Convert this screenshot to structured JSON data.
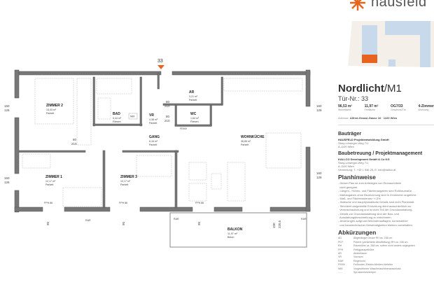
{
  "brand": {
    "logo_text": "hausfeld",
    "accent": "#e8641e"
  },
  "plan": {
    "door_marker": "33",
    "rooms": [
      {
        "name": "ZIMMER 2",
        "area": "14,43 m²",
        "floor": "Parkett"
      },
      {
        "name": "BAD",
        "area": "5,44 m²",
        "floor": "Fliesen"
      },
      {
        "name": "VR",
        "area": "4,38 m²",
        "floor": "Parkett"
      },
      {
        "name": "AR",
        "area": "3,21 m²",
        "floor": "Parkett"
      },
      {
        "name": "WC",
        "area": "1,64 m²",
        "floor": "Fliesen"
      },
      {
        "name": "GANG",
        "area": "6,16 m²",
        "floor": "Parkett"
      },
      {
        "name": "WOHNKÜCHE",
        "area": "36,85 m²",
        "floor": "Parkett"
      },
      {
        "name": "ZIMMER 1",
        "area": "12,17 m²",
        "floor": "Parkett"
      },
      {
        "name": "ZIMMER 3",
        "area": "10,17 m²",
        "floor": "Parkett"
      },
      {
        "name": "BALKON",
        "area": "11,97 m²",
        "floor": "Beton"
      }
    ],
    "labels": {
      "fph": "FPH 86",
      "wm": "WM",
      "femv": "FEMV",
      "rar": "RAR",
      "win_w": "160",
      "win_h": "126",
      "door_w": "80",
      "door_h": "210",
      "bw": "90",
      "bh": "235",
      "bd_w": "100",
      "bd_h": "220,5"
    }
  },
  "info": {
    "project": "Nordlicht",
    "unit": "/M1",
    "door_no": "Tür-Nr.: 33",
    "stats": [
      {
        "value": "96,53 m²",
        "label": "Wohnfläche"
      },
      {
        "value": "11,97 m²",
        "label": "Freifläche"
      },
      {
        "value": "OG7/33",
        "label": "Geschoss/Tür"
      },
      {
        "value": "4-Zimmer",
        "label": "Wohnung"
      }
    ],
    "address_label": "Adresse",
    "address": "Alfred-Grassl-Gasse 16 · 1220 Wien"
  },
  "bautraeger": {
    "heading": "Bauträger",
    "lines": [
      "HAUSFELD Projektentwicklung GmbH",
      "Sissy-Löwinger-Weg 7/1",
      "A-1100 Wien"
    ]
  },
  "baubetreuung": {
    "heading": "Baubetreuung / Projektmanagement",
    "lines": [
      "KALLCO Development GmbH & Co KG",
      "Sissy-Löwinger-Weg 7/1",
      "A-1100 Wien",
      "Vermietung: T. +43 1 546 25, E: info@kallco.at"
    ]
  },
  "planhinweise": {
    "heading": "Planhinweise",
    "lines": [
      "- Dieser Plan ist zum Anfertigen von Einbaumöbeln",
      "  nicht geeignet.",
      "- Längen-, Höhen- und Flächenangaben sind Rohbaumaße.",
      "- Maßangaben ohne Bezeichnung sind in Zentimeter angeführt.",
      "- Maß- und Flächentoleranz +/-3%",
      "- Statische und bauphysikalische Details sind nicht Planinhalt.",
      "- Strichliert dargestellte Einrichtung dient ausschließlich zur",
      "  Veranschaulichung und ist nicht Teil der Grundausstattung.",
      "- Details zur Grundausstattung sind der Bau- und",
      "  Ausstattungsbeschreibung zu entnehmen.",
      "- Änderungen aufgrund Behördenauflagen, konstruktiver",
      "  und haustechnischer Notwendigkeiten bleiben vorbehalten."
    ]
  },
  "abkuerzungen": {
    "heading": "Abkürzungen",
    "items": [
      [
        "AD",
        "Abgehängte Decke RH ca. 238 cm"
      ],
      [
        "POT",
        "Poterie (verkleidete Abluftleitung) RH ca. 238 cm"
      ],
      [
        "RH",
        "Raumhöhe ca. 268 cm, sofern nicht anders angegeben"
      ],
      [
        "FPH",
        "Fertigparapethöhe"
      ],
      [
        "AR",
        "Abstellraum"
      ],
      [
        "VR",
        "Vorraum"
      ],
      [
        "RAR",
        "Regenrohr"
      ],
      [
        "FEMV",
        "Fußboden-Elektro-Medien-Verteiler"
      ],
      [
        "WM",
        "Vorgesehener Waschmaschinenanschluss"
      ],
      [
        "- - -",
        "Sprossenheizkörper"
      ]
    ]
  }
}
